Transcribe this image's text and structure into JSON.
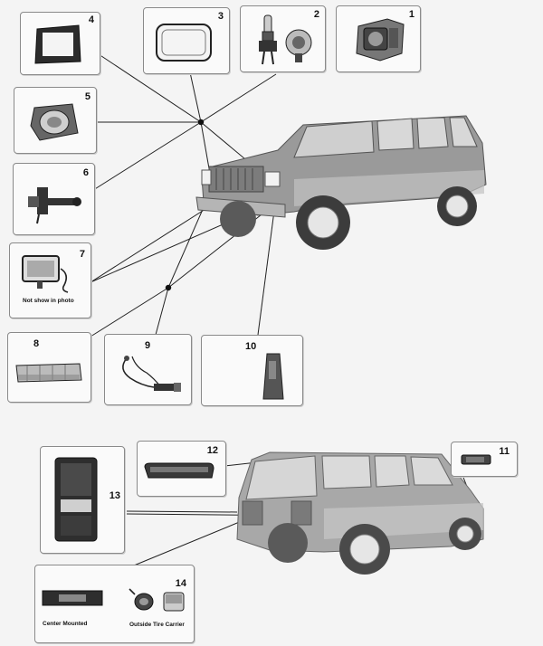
{
  "parts": [
    {
      "number": "1",
      "icon": "headlamp-assembly-icon"
    },
    {
      "number": "2",
      "icon": "halogen-bulb-icon"
    },
    {
      "number": "3",
      "icon": "sealed-beam-headlamp-icon"
    },
    {
      "number": "4",
      "icon": "headlamp-bezel-icon"
    },
    {
      "number": "5",
      "icon": "headlamp-housing-icon"
    },
    {
      "number": "6",
      "icon": "headlamp-switch-icon"
    },
    {
      "number": "7",
      "icon": "fog-lamp-icon",
      "caption": "Not show in photo"
    },
    {
      "number": "8",
      "icon": "parking-lamp-icon"
    },
    {
      "number": "9",
      "icon": "wiring-harness-icon"
    },
    {
      "number": "10",
      "icon": "side-marker-lamp-icon"
    },
    {
      "number": "11",
      "icon": "side-marker-lamp-icon"
    },
    {
      "number": "12",
      "icon": "third-brake-light-icon"
    },
    {
      "number": "13",
      "icon": "tail-lamp-icon"
    },
    {
      "number": "14",
      "icon": "license-plate-lamp-icon",
      "captions": [
        "Center Mounted",
        "Outside Tire Carrier"
      ]
    }
  ],
  "colors": {
    "box_border": "#8a8a8a",
    "line": "#222222",
    "vehicle": "#9a9a9a"
  }
}
